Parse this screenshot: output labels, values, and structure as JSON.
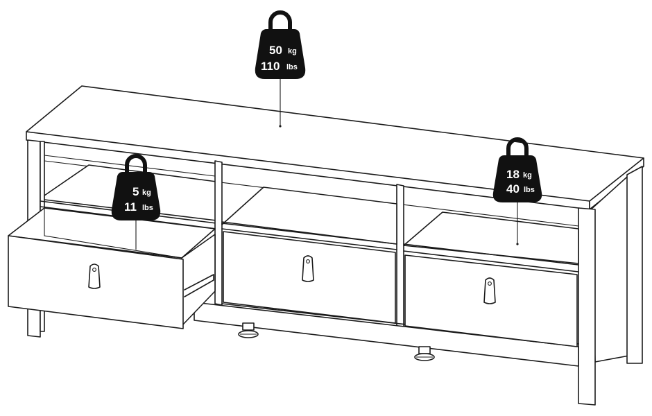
{
  "weights": {
    "top": {
      "kg_value": "50",
      "kg_unit": "kg",
      "lbs_value": "110",
      "lbs_unit": "lbs"
    },
    "drawer": {
      "kg_value": "5",
      "kg_unit": "kg",
      "lbs_value": "11",
      "lbs_unit": "lbs"
    },
    "shelf": {
      "kg_value": "18",
      "kg_unit": "kg",
      "lbs_value": "40",
      "lbs_unit": "lbs"
    }
  },
  "colors": {
    "line": "#1a1a1a",
    "weight": "#111111",
    "background": "#ffffff"
  },
  "icons": [
    "weight-icon",
    "drawer-handle-icon",
    "adjustable-foot-icon"
  ]
}
